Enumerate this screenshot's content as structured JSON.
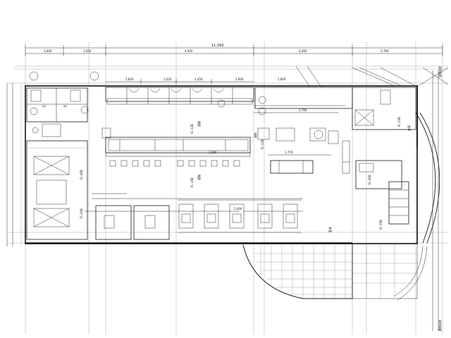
{
  "drawing": {
    "overall_dimension": "11,160",
    "top_dimensions": [
      "1,600",
      "1,650",
      "4,950",
      "4,000",
      "2,760"
    ],
    "second_dimensions": [
      "1,820",
      "1,420",
      "1,450",
      "2,000",
      "1,800"
    ],
    "mid_dimensions": [
      "2,760",
      "1,770",
      "1,260",
      "5,000"
    ],
    "room_labels": [
      "FL-40B",
      "FL-30B",
      "FL-12B",
      "FL-15B",
      "FL-12B",
      "FL-15B",
      "FL-40B",
      "FL-15B"
    ],
    "pass_labels": [
      "通路",
      "通路",
      "厨房",
      "客席",
      "倉庫"
    ],
    "right_labels": [
      "道路境界",
      "敷地境界"
    ]
  }
}
